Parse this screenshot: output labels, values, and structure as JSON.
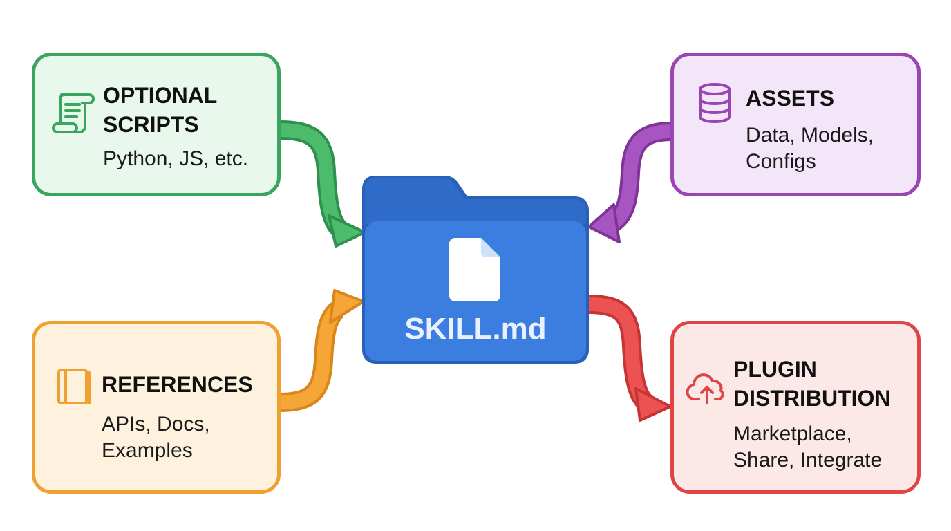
{
  "center": {
    "label": "SKILL.md",
    "icon": "document-icon",
    "folder_color": "#3b78d8",
    "folder_dark": "#2a60b8"
  },
  "cards": {
    "scripts": {
      "title": "OPTIONAL\nSCRIPTS",
      "description": "Python, JS, etc.",
      "icon": "scroll-icon",
      "color": "#3aa55d",
      "fill": "#e8f8ec"
    },
    "assets": {
      "title": "ASSETS",
      "description": "Data, Models,\nConfigs",
      "icon": "database-icon",
      "color": "#9a45b5",
      "fill": "#f3e6f8"
    },
    "references": {
      "title": "REFERENCES",
      "description": "APIs, Docs,\nExamples",
      "icon": "book-icon",
      "color": "#f0a02e",
      "fill": "#fef1de"
    },
    "plugin": {
      "title": "PLUGIN\nDISTRIBUTION",
      "description": "Marketplace,\nShare, Integrate",
      "icon": "cloud-upload-icon",
      "color": "#e04545",
      "fill": "#fde8e8"
    }
  }
}
